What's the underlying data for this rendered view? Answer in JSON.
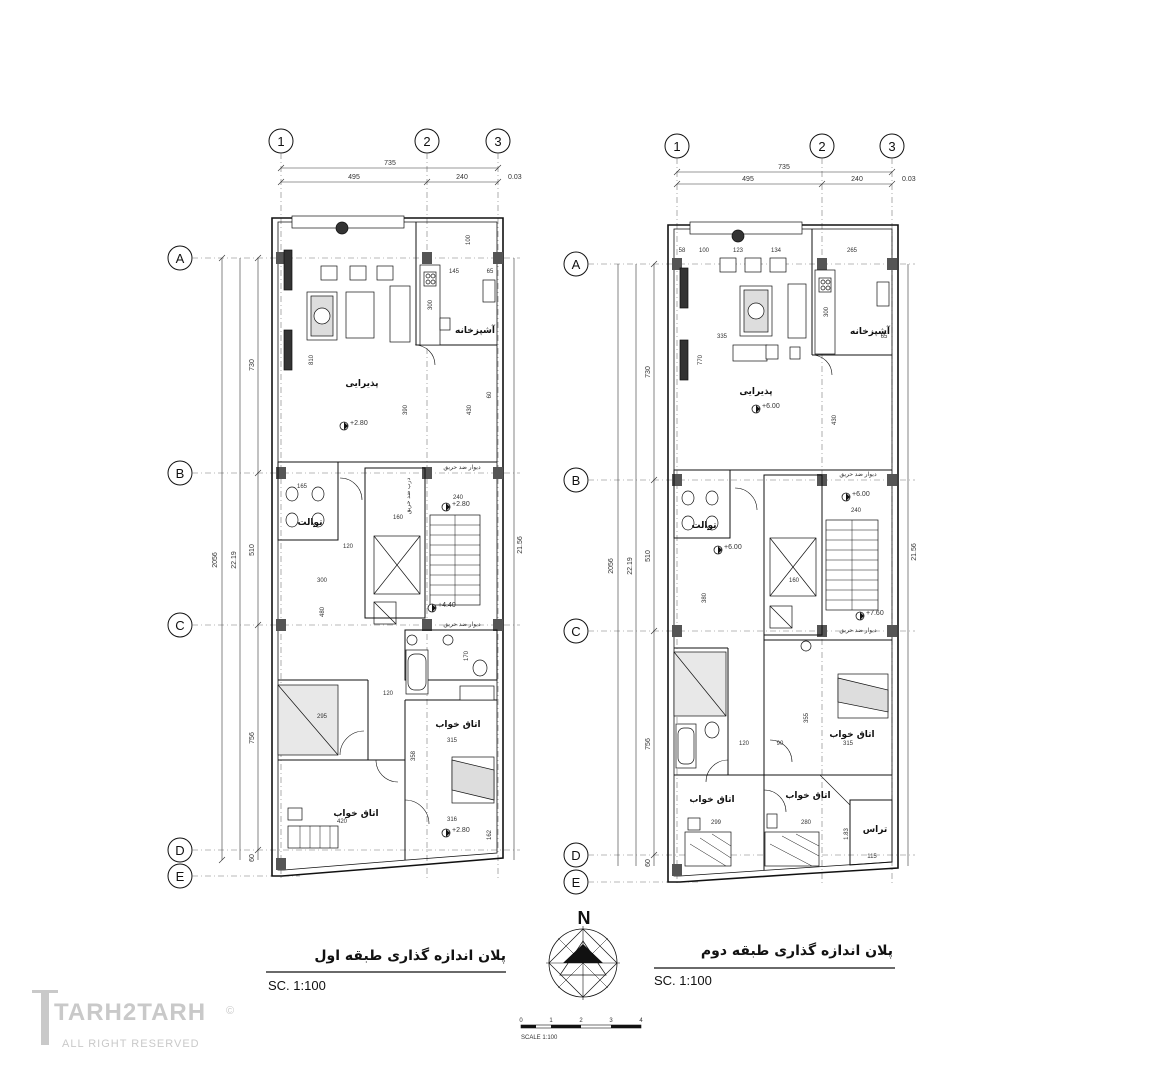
{
  "grid": {
    "columns": [
      "1",
      "2",
      "3"
    ],
    "rows": [
      "A",
      "B",
      "C",
      "D",
      "E"
    ]
  },
  "plans": [
    {
      "title": "پلان اندازه گذاری طبقه اول",
      "scale_label": "SC. 1:100",
      "top_dims": {
        "overall": "735",
        "left": "495",
        "right": "240",
        "edge": "0.03"
      },
      "side_dims": {
        "outer": "2056",
        "inner": "22.19",
        "right": "21.56",
        "seg_a": "730",
        "seg_b": "510",
        "seg_c": "756",
        "seg_d": "60"
      },
      "rooms": {
        "living": "پذیرایی",
        "kitchen": "آشپزخانه",
        "toilet": "توالت",
        "bedroom_1": "اتاق خواب",
        "bedroom_2": "اتاق خواب",
        "fire_wall_1": "دیوار ضد حریق",
        "fire_wall_2": "دیوار ضد حریق",
        "fire_door": "درب ضد حریق"
      },
      "levels": {
        "living": "+2.80",
        "hall": "+2.80",
        "stair": "+4.40",
        "bottom": "+2.80"
      },
      "inner_dims": [
        "810",
        "390",
        "430",
        "300",
        "100",
        "145",
        "65",
        "60",
        "165",
        "120",
        "300",
        "480",
        "240",
        "160",
        "170",
        "120",
        "295",
        "315",
        "358",
        "420",
        "316",
        "162"
      ]
    },
    {
      "title": "پلان اندازه گذاری طبقه دوم",
      "scale_label": "SC. 1:100",
      "top_dims": {
        "overall": "735",
        "left": "495",
        "right": "240",
        "edge": "0.03"
      },
      "side_dims": {
        "outer": "2056",
        "inner": "22.19",
        "right": "21.56",
        "seg_a": "730",
        "seg_b": "510",
        "seg_c": "756",
        "seg_d": "60"
      },
      "rooms": {
        "living": "پذیرایی",
        "kitchen": "آشپزخانه",
        "toilet": "توالت",
        "bedroom_1": "اتاق خواب",
        "bedroom_2": "اتاق خواب",
        "bedroom_3": "اتاق خواب",
        "terrace": "تراس",
        "fire_wall_1": "دیوار ضد حریق",
        "fire_wall_2": "دیوار ضد حریق"
      },
      "levels": {
        "living": "+6.00",
        "stair_top": "+6.00",
        "hall": "+6.00",
        "stair": "+7.60"
      },
      "inner_dims": [
        "58",
        "100",
        "123",
        "134",
        "265",
        "335",
        "770",
        "430",
        "300",
        "65",
        "240",
        "160",
        "380",
        "120",
        "90",
        "315",
        "355",
        "299",
        "280",
        "1.83",
        "115"
      ]
    }
  ],
  "north": {
    "label": "N"
  },
  "bar_scale": {
    "ticks": [
      "0",
      "1",
      "2",
      "3",
      "4"
    ],
    "caption": "SCALE 1:100"
  },
  "watermark": {
    "brand": "TARH2TARH",
    "rights": "ALL RIGHT RESERVED",
    "mark": "©"
  }
}
